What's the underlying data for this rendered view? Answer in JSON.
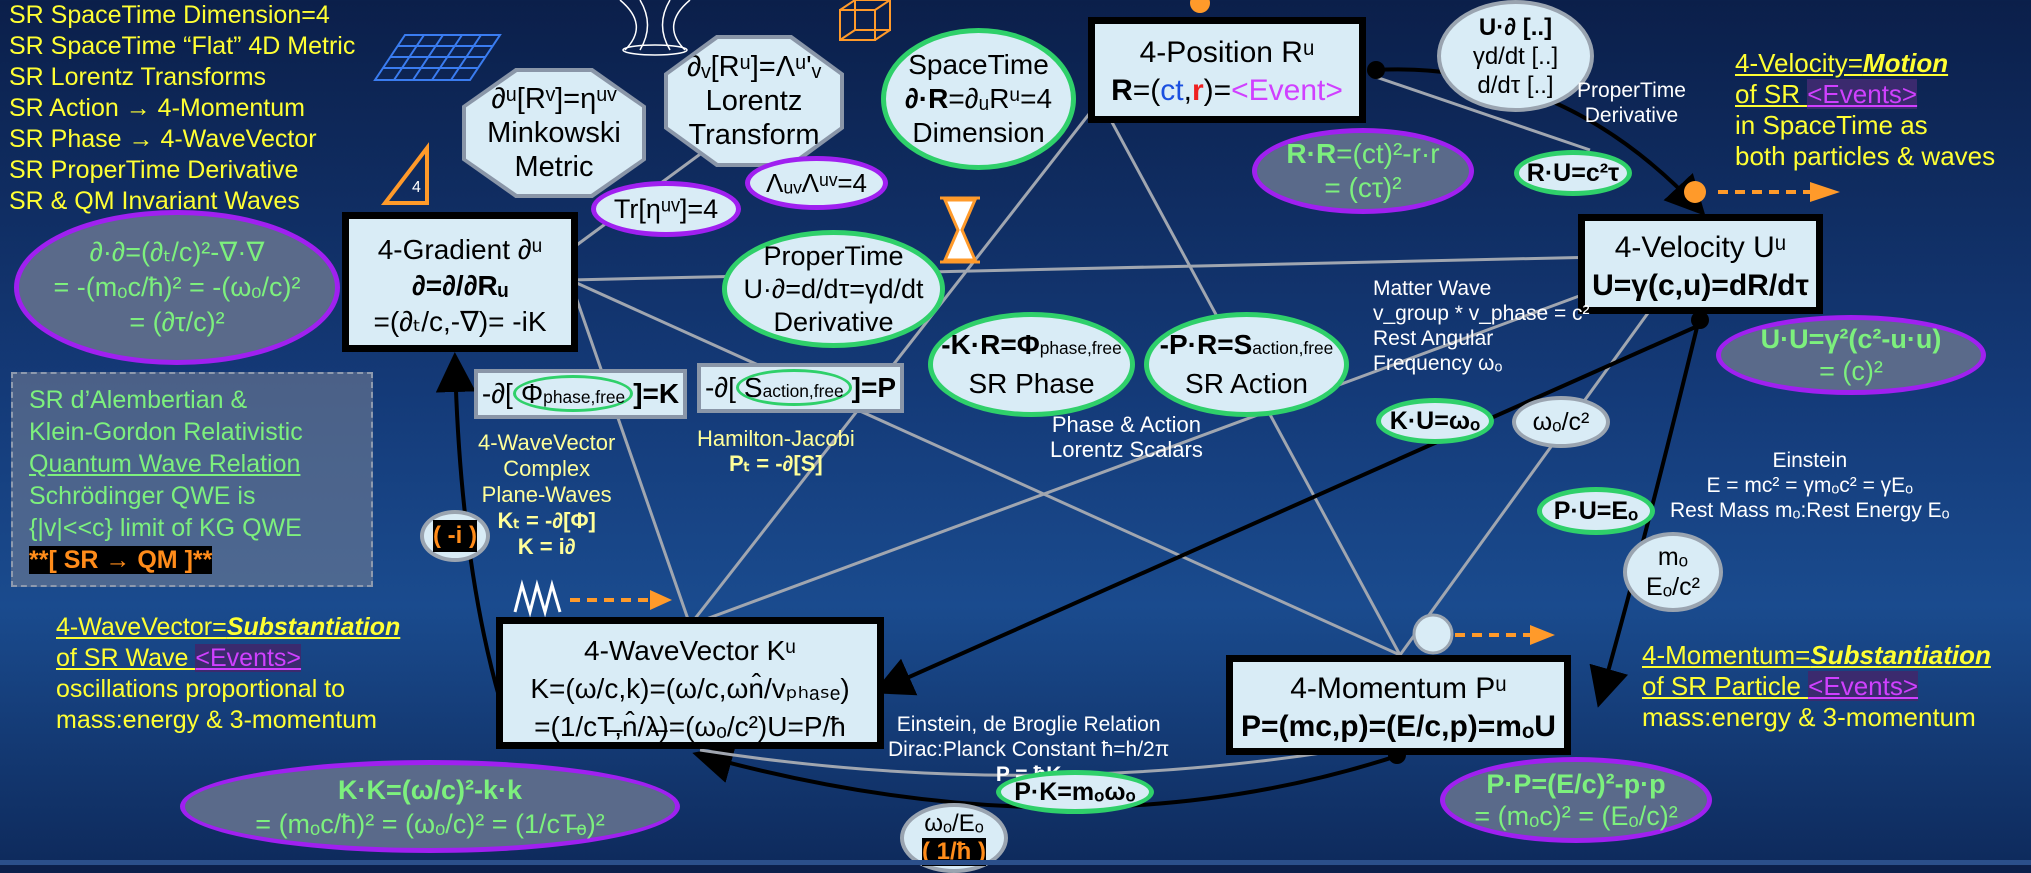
{
  "colors": {
    "yellow": "#ffff33",
    "green": "#2fd06a",
    "purple": "#a020f0",
    "orange": "#ff8c1a",
    "blue_text": "#1a4fe0",
    "red_text": "#ee2020"
  },
  "topleft_list": [
    "SR SpaceTime Dimension=4",
    "SR SpaceTime “Flat” 4D Metric",
    "SR Lorentz Transforms",
    "SR Action → 4-Momentum",
    "SR Phase → 4-WaveVector",
    "SR ProperTime Derivative",
    "SR & QM Invariant Waves"
  ],
  "triangle_number": "4",
  "minkowski": {
    "formula": "∂ᵘ[Rᵛ]=ηᵘᵛ",
    "line1": "Minkowski",
    "line2": "Metric"
  },
  "lorentz": {
    "formula": "∂ᵥ[Rᵘ]=Λᵘ'ᵥ",
    "line1": "Lorentz",
    "line2": "Transform"
  },
  "spacetime": {
    "line1": "SpaceTime",
    "formula_pre": "∂·R",
    "formula_post": "=∂ᵤRᵘ=4",
    "line3": "Dimension"
  },
  "trace": "Tr[ηᵘᵛ]=4",
  "lambda": "ΛᵤᵥΛᵘᵛ=4",
  "position": {
    "title": "4-Position Rᵘ",
    "eq_bold": "R",
    "eq_a": "=(",
    "ct": "ct",
    "comma": ",",
    "r": "r",
    "close": ")=",
    "event": "<Event>"
  },
  "rr": {
    "line1_pre": "R·R",
    "line1_post": "=(ct)²-r·r",
    "line2": "= (cτ)²"
  },
  "upartial": {
    "line1": "U·∂ [..]",
    "line2": "γd/dt [..]",
    "line3": "d/dτ [..]"
  },
  "propertime_label": {
    "line1": "ProperTime",
    "line2": "Derivative"
  },
  "velocity_caption": {
    "line1_a": "4-Velocity=",
    "line1_b": "Motion",
    "line2_a": "of SR ",
    "line2_b": "<Events>",
    "line3": "in SpaceTime as",
    "line4": "both particles & waves"
  },
  "ru": "R·U=c²τ",
  "velocity": {
    "title": "4-Velocity Uᵘ",
    "eq": "U=γ(c,u)=dR/dτ"
  },
  "uu": {
    "line1": "U·U=γ²(c²-u·u)",
    "line2": "= (c)²"
  },
  "gradient": {
    "title": "4-Gradient ∂ᵘ",
    "line2": "∂=∂/∂Rᵤ",
    "line3": "=(∂ₜ/c,-∇)= -iK"
  },
  "dd": {
    "line1": "∂·∂=(∂ₜ/c)²-∇·∇",
    "line2": "= -(mₒc/ħ)² = -(ωₒ/c)²",
    "line3": "= (∂τ/c)²"
  },
  "propertime": {
    "line1": "ProperTime",
    "line2": "U·∂=d/dτ=γd/dt",
    "line3": "Derivative"
  },
  "kr": {
    "line1": "-K·R=Φ",
    "sub": "phase,free",
    "line2": "SR Phase"
  },
  "pr": {
    "line1": "-P·R=S",
    "sub": "action,free",
    "line2": "SR Action"
  },
  "matterwave": {
    "line1": "Matter Wave",
    "line2": "v_group * v_phase = c²",
    "line3": "Rest Angular",
    "line4": "Frequency ωₒ"
  },
  "ku": "K·U=ωₒ",
  "wo_c2": "ωₒ/c²",
  "phase_action": {
    "line1": "Phase & Action",
    "line2": "Lorentz Scalars"
  },
  "dphi": {
    "pre": "-∂[",
    "inner": "Φ",
    "sub": "phase,free",
    "post": "]=K"
  },
  "dsact": {
    "pre": "-∂[",
    "inner": "S",
    "sub": "action,free",
    "post": "]=P"
  },
  "hamilton": {
    "line1": "Hamilton-Jacobi",
    "line2": "Pₜ = -∂[S]"
  },
  "wavevector_note": {
    "line1": "4-WaveVector",
    "line2": "Complex",
    "line3": "Plane-Waves",
    "line4": "Kₜ = -∂[Φ]",
    "line5": "K = i∂"
  },
  "minus_i": "( -i )",
  "qm_panel": {
    "line1": "SR d’Alembertian &",
    "line2": "Klein-Gordon Relativistic",
    "line3": "Quantum Wave Relation",
    "line4": "Schrödinger QWE is",
    "line5": "{|v|<<c} limit of KG QWE",
    "line6": "**[ SR → QM ]**"
  },
  "einstein": {
    "line1": "Einstein",
    "line2": "E = mc² = γmₒc² = γEₒ",
    "line3": "Rest Mass mₒ:Rest Energy Eₒ"
  },
  "pu": "P·U=Eₒ",
  "mo": {
    "line1": "mₒ",
    "line2": "Eₒ/c²"
  },
  "wavevector_caption": {
    "line1_a": "4-WaveVector=",
    "line1_b": "Substantiation",
    "line2_a": "of SR Wave ",
    "line2_b": "<Events>",
    "line3": "oscillations proportional to",
    "line4": "mass:energy & 3-momentum"
  },
  "wavevector": {
    "title": "4-WaveVector Kᵘ",
    "line2": "K=(ω/c,k)=(ω/c,ωn̂/vₚₕₐₛₑ)",
    "line3": "=(1/cT̶,n̂/λ̶)=(ωₒ/c²)U=P/ħ"
  },
  "momentum": {
    "title": "4-Momentum Pᵘ",
    "eq": "P=(mc,p)=(E/c,p)=mₒU"
  },
  "momentum_caption": {
    "line1_a": "4-Momentum=",
    "line1_b": "Substantiation",
    "line2_a": "of SR Particle ",
    "line2_b": "<Events>",
    "line3": "mass:energy & 3-momentum"
  },
  "kk": {
    "line1": "K·K=(ω/c)²-k·k",
    "line2": "= (mₒc/ħ)² = (ωₒ/c)² = (1/cT̶ₒ)²"
  },
  "debroglie": {
    "line1": "Einstein, de Broglie Relation",
    "line2": "Dirac:Planck Constant ħ=h/2π",
    "line3": "P = ħK"
  },
  "pk": "P·K=mₒωₒ",
  "wo_eo": {
    "line1": "ωₒ/Eₒ",
    "line2": "( 1/ħ )"
  },
  "pp": {
    "line1": "P·P=(E/c)²-p·p",
    "line2": "= (mₒc)² = (Eₒ/c)²"
  }
}
